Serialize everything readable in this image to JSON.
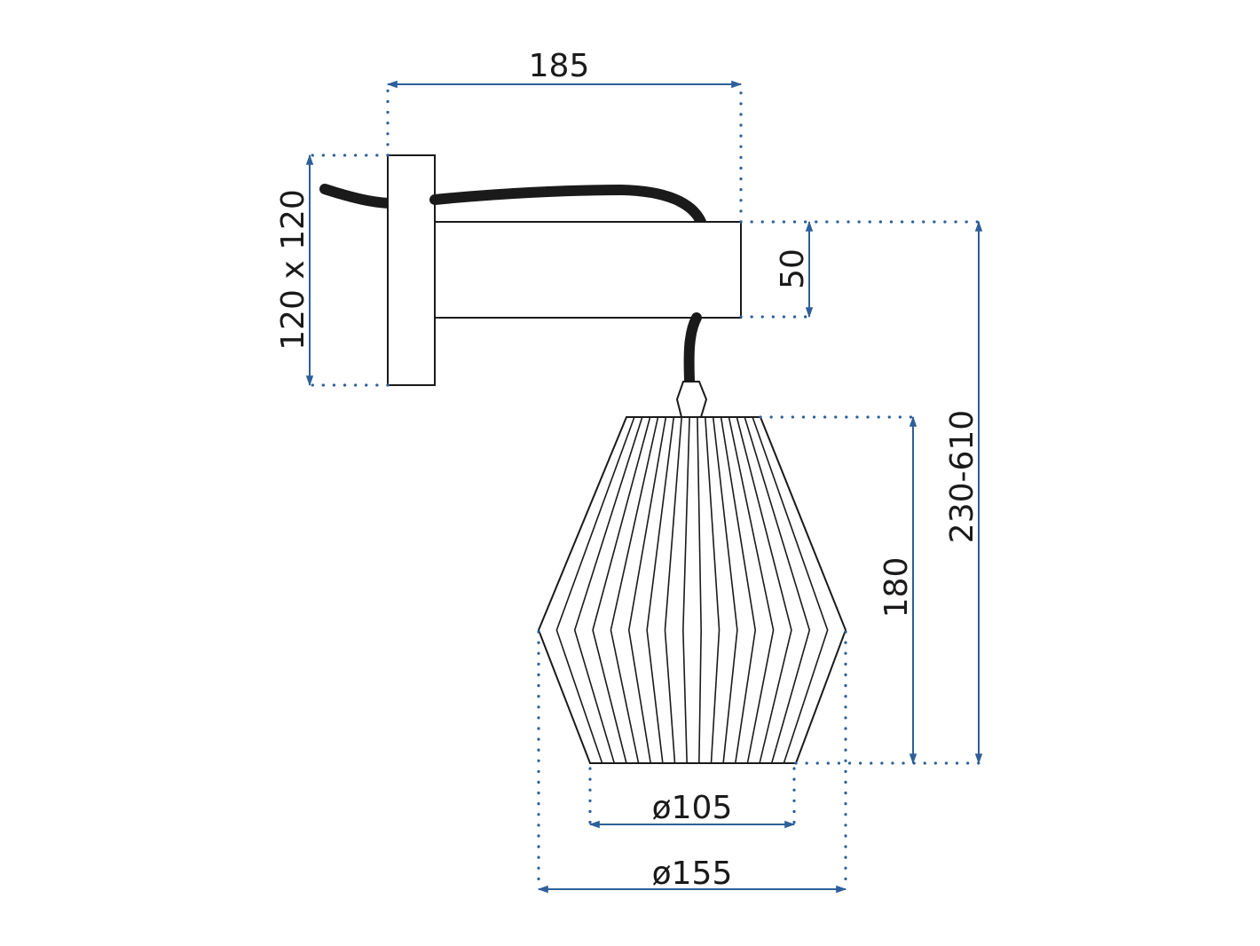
{
  "dimensions": {
    "arm_length": "185",
    "plate_size": "120 x 120",
    "arm_height": "50",
    "total_height": "230-610",
    "shade_height": "180",
    "bottom_diameter": "ø105",
    "max_diameter": "ø155"
  },
  "colors": {
    "dimension_lines": "#2e5f9a",
    "outline": "#1a1a1a",
    "background": "#ffffff"
  }
}
